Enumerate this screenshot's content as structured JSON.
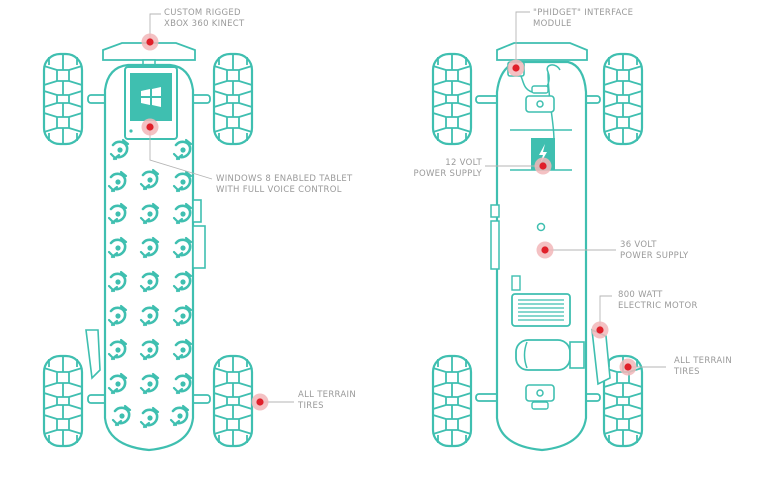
{
  "colors": {
    "outline": "#3fbfb0",
    "hotspot": "#e0202a",
    "hotspot_halo": "#f2b6b9",
    "label_text": "#9a9a9a",
    "leader_line": "#b5b5b5"
  },
  "icons": {
    "board_pattern": "eye-arrow-pattern-icon",
    "tablet_logo": "windows-logo-icon",
    "lightning": "lightning-bolt-icon"
  },
  "top_view": {
    "callouts": {
      "kinect": [
        "CUSTOM RIGGED",
        "XBOX 360 KINECT"
      ],
      "tablet": [
        "WINDOWS 8 ENABLED TABLET",
        "WITH FULL VOICE CONTROL"
      ],
      "tires": [
        "ALL TERRAIN",
        "TIRES"
      ]
    }
  },
  "bottom_view": {
    "callouts": {
      "phidget": [
        "\"PHIDGET\" INTERFACE",
        "MODULE"
      ],
      "volt12": [
        "12 VOLT",
        "POWER SUPPLY"
      ],
      "volt36": [
        "36 VOLT",
        "POWER SUPPLY"
      ],
      "motor": [
        "800 WATT",
        "ELECTRIC  MOTOR"
      ],
      "tires": [
        "ALL TERRAIN",
        "TIRES"
      ]
    }
  }
}
